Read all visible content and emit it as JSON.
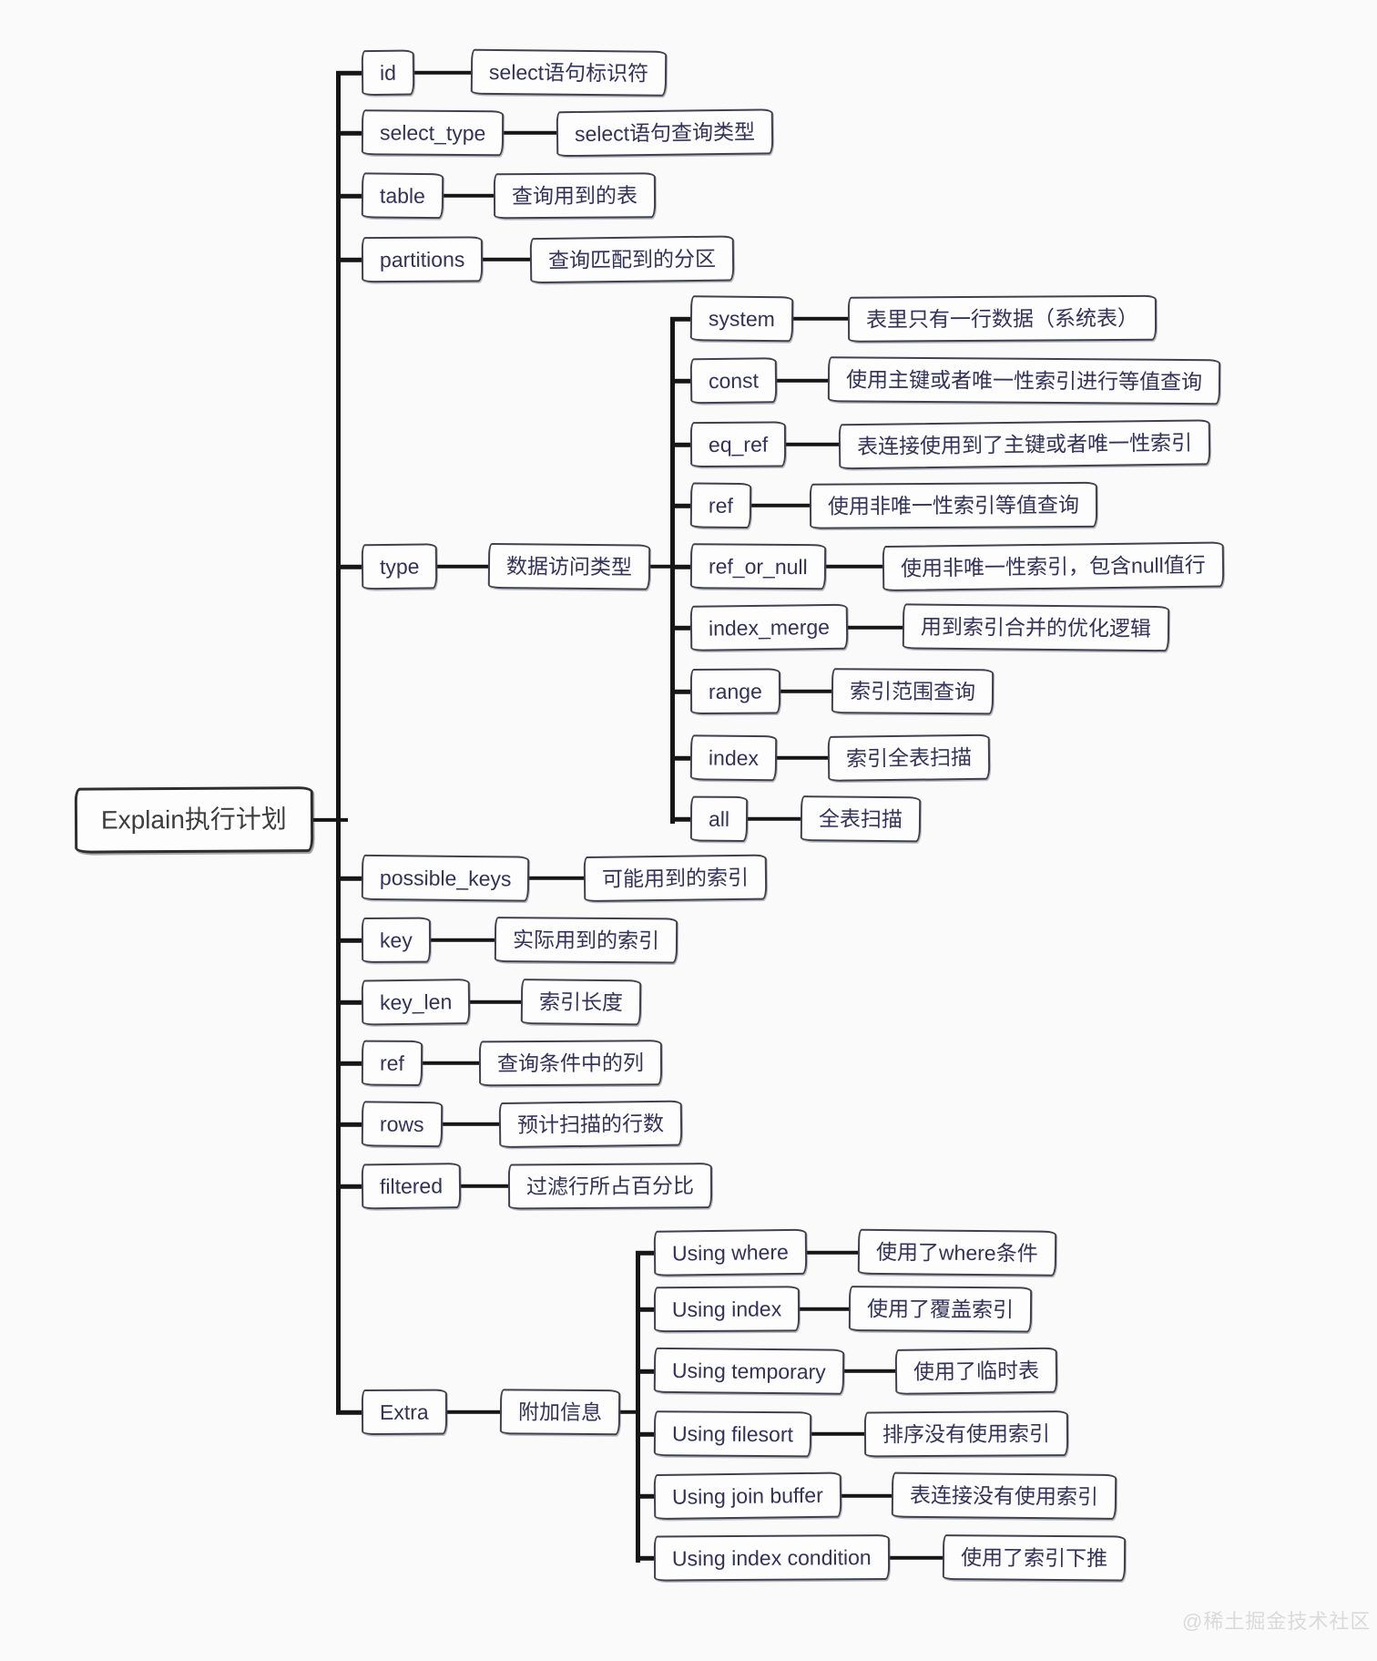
{
  "root": {
    "label": "Explain执行计划"
  },
  "watermark": "@稀土掘金技术社区",
  "colors": {
    "background": "#fafafa",
    "line": "#161616",
    "box_border": "#41414d",
    "node_text": "#32325a",
    "root_text": "#3d3d3d",
    "watermark_text": "#dadada"
  },
  "nodes": [
    {
      "term": "id",
      "desc": "select语句标识符"
    },
    {
      "term": "select_type",
      "desc": "select语句查询类型"
    },
    {
      "term": "table",
      "desc": "查询用到的表"
    },
    {
      "term": "partitions",
      "desc": "查询匹配到的分区"
    },
    {
      "term": "type",
      "desc": "数据访问类型",
      "children": [
        {
          "term": "system",
          "desc": "表里只有一行数据（系统表）"
        },
        {
          "term": "const",
          "desc": "使用主键或者唯一性索引进行等值查询"
        },
        {
          "term": "eq_ref",
          "desc": "表连接使用到了主键或者唯一性索引"
        },
        {
          "term": "ref",
          "desc": "使用非唯一性索引等值查询"
        },
        {
          "term": "ref_or_null",
          "desc": "使用非唯一性索引，包含null值行"
        },
        {
          "term": "index_merge",
          "desc": "用到索引合并的优化逻辑"
        },
        {
          "term": "range",
          "desc": "索引范围查询"
        },
        {
          "term": "index",
          "desc": "索引全表扫描"
        },
        {
          "term": "all",
          "desc": "全表扫描"
        }
      ]
    },
    {
      "term": "possible_keys",
      "desc": "可能用到的索引"
    },
    {
      "term": "key",
      "desc": "实际用到的索引"
    },
    {
      "term": "key_len",
      "desc": "索引长度"
    },
    {
      "term": "ref",
      "desc": "查询条件中的列"
    },
    {
      "term": "rows",
      "desc": "预计扫描的行数"
    },
    {
      "term": "filtered",
      "desc": "过滤行所占百分比"
    },
    {
      "term": "Extra",
      "desc": "附加信息",
      "children": [
        {
          "term": "Using where",
          "desc": "使用了where条件"
        },
        {
          "term": "Using index",
          "desc": "使用了覆盖索引"
        },
        {
          "term": "Using temporary",
          "desc": "使用了临时表"
        },
        {
          "term": "Using filesort",
          "desc": "排序没有使用索引"
        },
        {
          "term": "Using join buffer",
          "desc": "表连接没有使用索引"
        },
        {
          "term": "Using index condition",
          "desc": "使用了索引下推"
        }
      ]
    }
  ]
}
